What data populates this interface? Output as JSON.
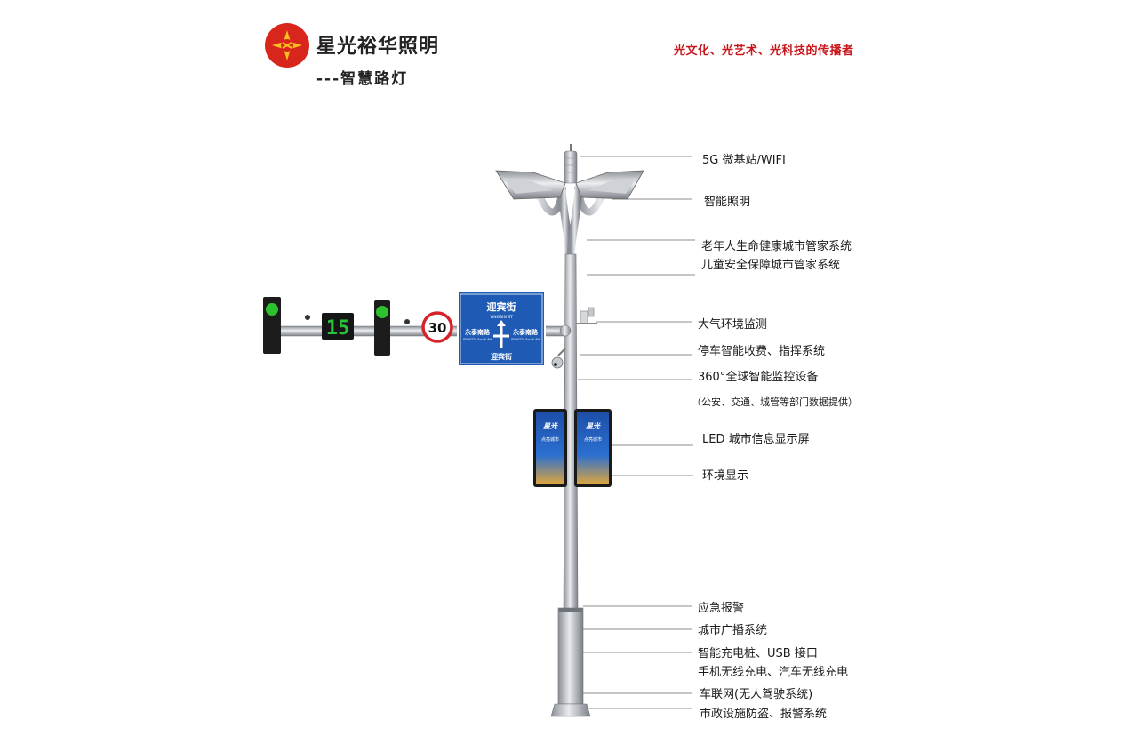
{
  "header": {
    "brand_name": "星光裕华照明",
    "sub_title": "---智慧路灯",
    "slogan": "光文化、光艺术、光科技的传播者",
    "logo_color": "#d9261c"
  },
  "signs": {
    "countdown": "15",
    "speed_limit": "30",
    "street_top": "迎宾街",
    "street_top_pinyin": "YINGBIN ST",
    "street_left": "永泰南路",
    "street_right": "永泰南路",
    "street_left_pinyin": "YONGTAI South Rd",
    "street_right_pinyin": "YONGTAI South Rd",
    "street_bottom": "迎宾街",
    "sign_color": "#1f5bb5"
  },
  "screens": {
    "left_logo": "星光",
    "left_text": "点亮城市",
    "right_logo": "星光",
    "right_text": "点亮城市"
  },
  "features": [
    {
      "label": "5G 微基站/WIFI"
    },
    {
      "label": "智能照明"
    },
    {
      "label": "老年人生命健康城市管家系统"
    },
    {
      "label": "儿童安全保障城市管家系统"
    },
    {
      "label": "大气环境监测"
    },
    {
      "label": "停车智能收费、指挥系统"
    },
    {
      "label": "360°全球智能监控设备"
    },
    {
      "label": "（公安、交通、城管等部门数据提供）"
    },
    {
      "label": "LED 城市信息显示屏"
    },
    {
      "label": "环境显示"
    },
    {
      "label": "应急报警"
    },
    {
      "label": "城市广播系统"
    },
    {
      "label": "智能充电桩、USB 接口"
    },
    {
      "label": "手机无线充电、汽车无线充电"
    },
    {
      "label": "车联网(无人驾驶系统)"
    },
    {
      "label": "市政设施防盗、报警系统"
    }
  ]
}
